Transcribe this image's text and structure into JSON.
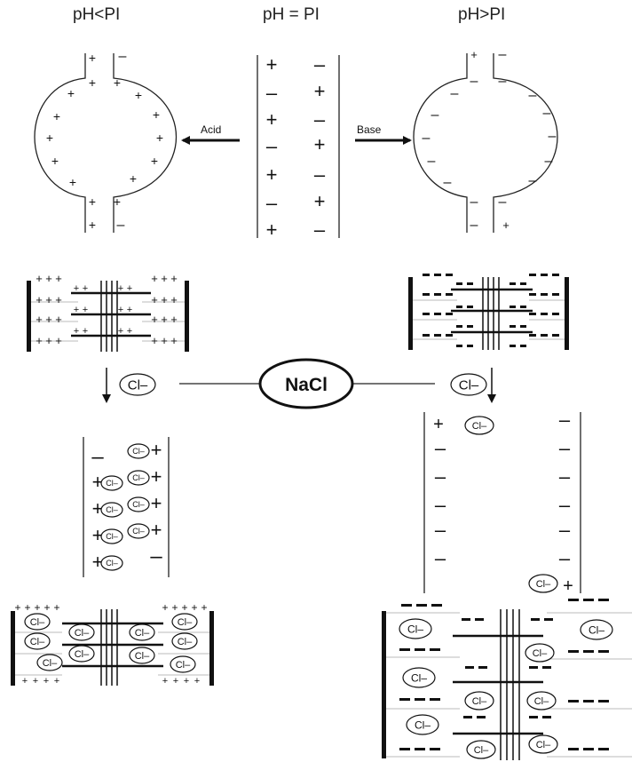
{
  "labels": {
    "left_condition": "pH<PI",
    "center_condition": "pH = PI",
    "right_condition": "pH>PI",
    "acid": "Acid",
    "base": "Base",
    "salt": "NaCl",
    "chloride": "Cl–"
  },
  "symbols": {
    "plus": "+",
    "minus": "–"
  },
  "colors": {
    "ink": "#111111",
    "line": "#222222",
    "background": "#ffffff"
  }
}
